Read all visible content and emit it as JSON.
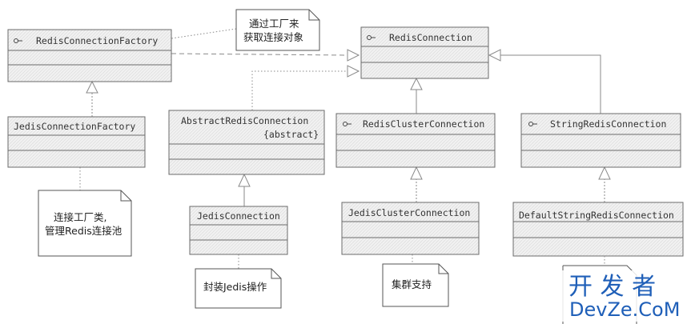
{
  "classes": {
    "redis_connection_factory": "RedisConnectionFactory",
    "redis_connection": "RedisConnection",
    "jedis_connection_factory": "JedisConnectionFactory",
    "abstract_redis_connection": "AbstractRedisConnection",
    "abstract_stereotype": "{abstract}",
    "redis_cluster_connection": "RedisClusterConnection",
    "string_redis_connection": "StringRedisConnection",
    "jedis_connection": "JedisConnection",
    "jedis_cluster_connection": "JedisClusterConnection",
    "default_string_redis_connection": "DefaultStringRedisConnection"
  },
  "notes": {
    "factory_note_line1": "通过工厂来",
    "factory_note_line2": "获取连接对象",
    "jedis_factory_note_line1": "连接工厂类,",
    "jedis_factory_note_line2": "管理Redis连接池",
    "jedis_connection_note": "封装Jedis操作",
    "cluster_note": "集群支持"
  },
  "watermark": {
    "line1": "开 发 者",
    "line2": "DevZe.CoM"
  },
  "colors": {
    "box_fill": "#f2f2f2",
    "box_stroke": "#6b6b6b",
    "watermark": "#1f5fb8"
  }
}
